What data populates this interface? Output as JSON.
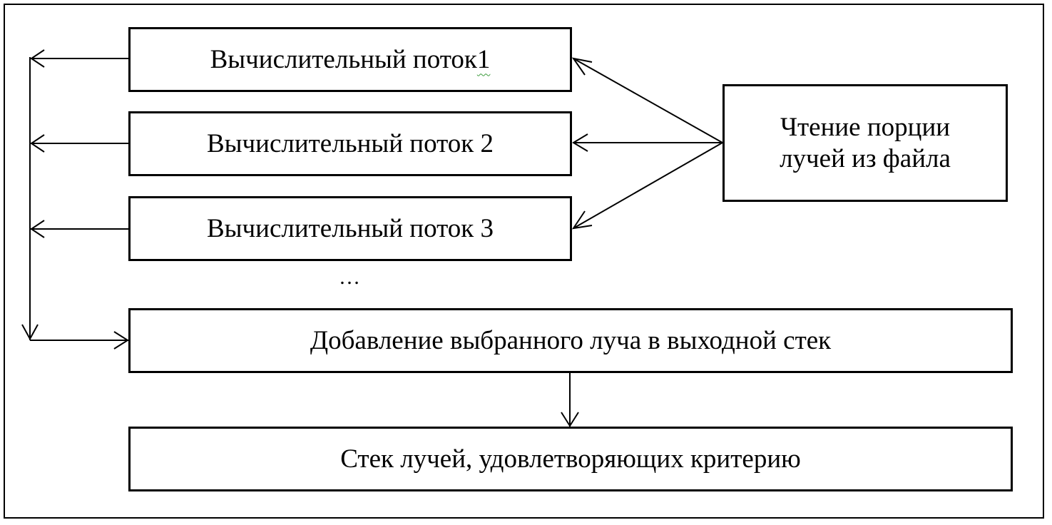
{
  "nodes": {
    "thread1": {
      "text_main": "Вычислительный поток",
      "text_suffix": "1"
    },
    "thread2": {
      "text": "Вычислительный поток 2"
    },
    "thread3": {
      "text": "Вычислительный поток 3"
    },
    "reader": {
      "line1": "Чтение порции",
      "line2": "лучей из файла"
    },
    "ellipsis": "…",
    "adder": {
      "text": "Добавление выбранного луча в выходной стек"
    },
    "stack": {
      "text": "Стек лучей, удовлетворяющих критерию"
    }
  },
  "edges": [
    {
      "from": "reader",
      "to": "thread1"
    },
    {
      "from": "reader",
      "to": "thread2"
    },
    {
      "from": "reader",
      "to": "thread3"
    },
    {
      "from": "thread1",
      "to": "adder"
    },
    {
      "from": "thread2",
      "to": "adder"
    },
    {
      "from": "thread3",
      "to": "adder"
    },
    {
      "from": "adder",
      "to": "stack"
    }
  ],
  "colors": {
    "line": "#000000",
    "background": "#ffffff",
    "spellcheck_underline": "#3a9a3a"
  }
}
